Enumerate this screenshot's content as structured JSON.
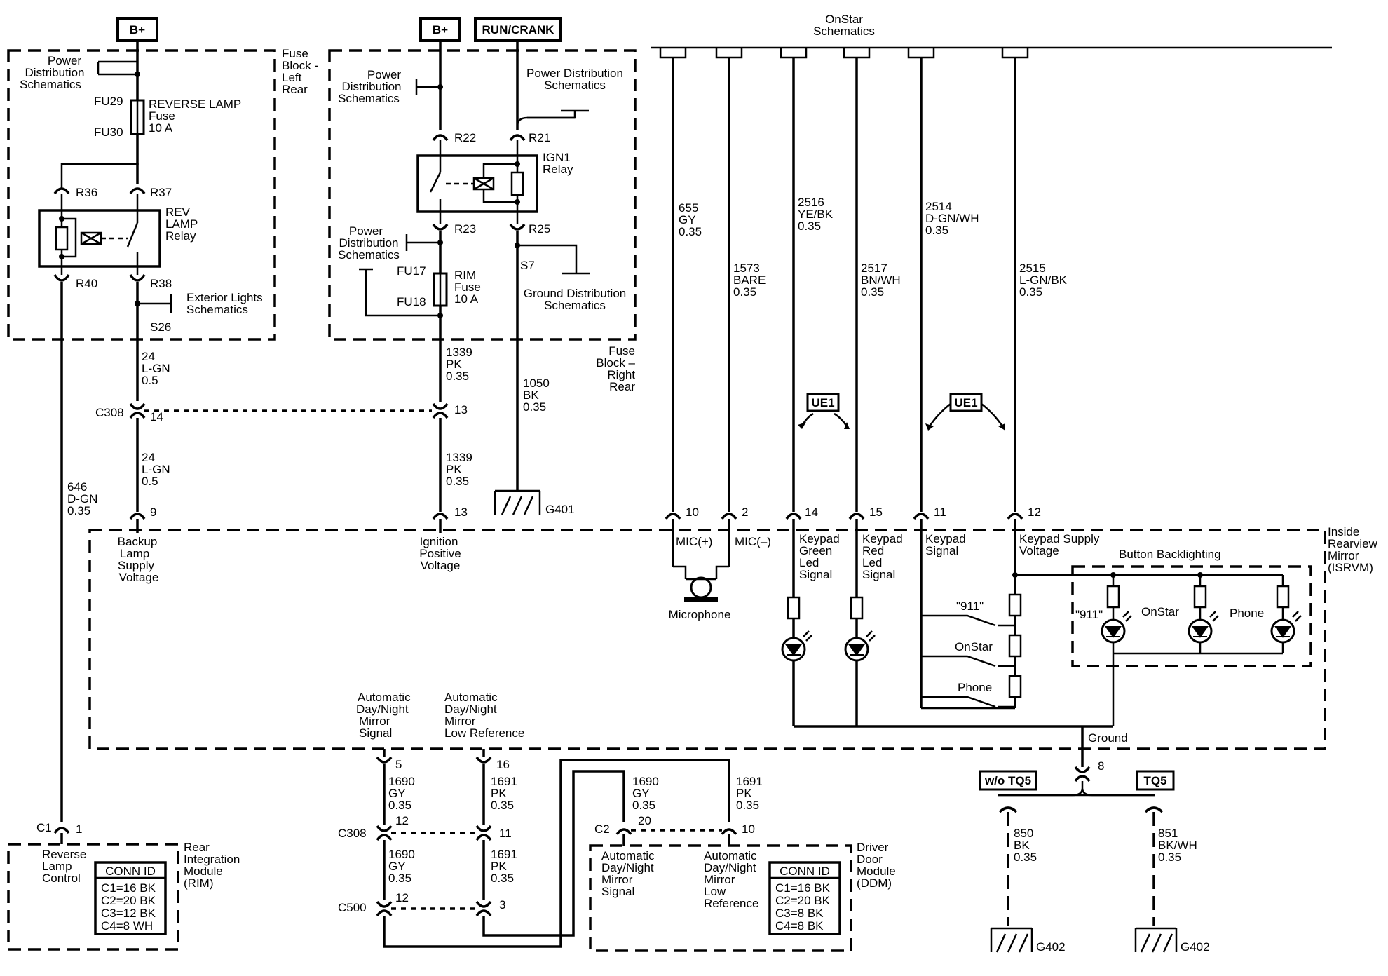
{
  "tags": {
    "bplus": "B+",
    "runcrank": "RUN/CRANK",
    "ue1": "UE1",
    "wotq5": "w/o TQ5",
    "tq5": "TQ5"
  },
  "onstar": [
    "OnStar",
    "Schematics"
  ],
  "left": {
    "pds": [
      "Power",
      "Distribution",
      "Schematics"
    ],
    "fuseblock": [
      "Fuse",
      "Block -",
      "Left",
      "Rear"
    ],
    "fu29": "FU29",
    "fu30": "FU30",
    "revfuse": [
      "REVERSE LAMP",
      "Fuse",
      "10 A"
    ],
    "r36": "R36",
    "r37": "R37",
    "r40": "R40",
    "r38": "R38",
    "relay": [
      "REV",
      "LAMP",
      "Relay"
    ],
    "ext": [
      "Exterior Lights",
      "Schematics"
    ],
    "s26": "S26",
    "w24a": [
      "24",
      "L-GN",
      "0.5"
    ],
    "c308": "C308",
    "p14": "14",
    "w24b": [
      "24",
      "L-GN",
      "0.5"
    ],
    "w646": [
      "646",
      "D-GN",
      "0.35"
    ],
    "p9": "9"
  },
  "mid": {
    "pds1": [
      "Power",
      "Distribution",
      "Schematics"
    ],
    "pds2": [
      "Power Distribution",
      "Schematics"
    ],
    "pds3": [
      "Power",
      "Distribution",
      "Schematics"
    ],
    "r22": "R22",
    "r21": "R21",
    "r23": "R23",
    "r25": "R25",
    "ign": [
      "IGN1",
      "Relay"
    ],
    "fu17": "FU17",
    "fu18": "FU18",
    "rim": [
      "RIM",
      "Fuse",
      "10 A"
    ],
    "s7": "S7",
    "gnd": [
      "Ground Distribution",
      "Schematics"
    ],
    "fuseblock": [
      "Fuse",
      "Block –",
      "Right",
      "Rear"
    ],
    "w1339a": [
      "1339",
      "PK",
      "0.35"
    ],
    "p13a": "13",
    "w1339b": [
      "1339",
      "PK",
      "0.35"
    ],
    "p13b": "13",
    "w1050": [
      "1050",
      "BK",
      "0.35"
    ],
    "g401": "G401"
  },
  "wires": [
    {
      "lines": [
        "655",
        "GY",
        "0.35"
      ],
      "pin": "10"
    },
    {
      "lines": [
        "1573",
        "BARE",
        "0.35"
      ],
      "pin": "2"
    },
    {
      "lines": [
        "2516",
        "YE/BK",
        "0.35"
      ],
      "pin": "14"
    },
    {
      "lines": [
        "2517",
        "BN/WH",
        "0.35"
      ],
      "pin": "15"
    },
    {
      "lines": [
        "2514",
        "D-GN/WH",
        "0.35"
      ],
      "pin": "11"
    },
    {
      "lines": [
        "2515",
        "L-GN/BK",
        "0.35"
      ],
      "pin": "12"
    }
  ],
  "isrvm": {
    "title": [
      "Inside",
      "Rearview",
      "Mirror",
      "(ISRVM)"
    ],
    "backup": [
      "Backup",
      "Lamp",
      "Supply",
      "Voltage"
    ],
    "ignition": [
      "Ignition",
      "Positive",
      "Voltage"
    ],
    "micp": "MIC(+)",
    "micm": "MIC(–)",
    "microphone": "Microphone",
    "kgreen": [
      "Keypad",
      "Green",
      "Led",
      "Signal"
    ],
    "kred": [
      "Keypad",
      "Red",
      "Led",
      "Signal"
    ],
    "ksig": [
      "Keypad",
      "Signal"
    ],
    "ksupply": [
      "Keypad Supply",
      "Voltage"
    ],
    "backlight": "Button Backlighting",
    "b911": "\"911\"",
    "bonstar": "OnStar",
    "bphone": "Phone",
    "sw911": "\"911\"",
    "swonstar": "OnStar",
    "swphone": "Phone",
    "ground": "Ground",
    "p8": "8",
    "adn1": [
      "Automatic",
      "Day/Night",
      "Mirror",
      "Signal"
    ],
    "adn2": [
      "Automatic",
      "Day/Night",
      "Mirror",
      "Low Reference"
    ]
  },
  "bottom": {
    "p5": "5",
    "p16": "16",
    "w1690a": [
      "1690",
      "GY",
      "0.35"
    ],
    "w1691a": [
      "1691",
      "PK",
      "0.35"
    ],
    "c308": "C308",
    "p12a": "12",
    "p11": "11",
    "w1690b": [
      "1690",
      "GY",
      "0.35"
    ],
    "w1691b": [
      "1691",
      "PK",
      "0.35"
    ],
    "c500": "C500",
    "p12b": "12",
    "p3": "3",
    "w1690c": [
      "1690",
      "GY",
      "0.35"
    ],
    "w1691c": [
      "1691",
      "PK",
      "0.35"
    ],
    "c2": "C2",
    "p20": "20",
    "p10": "10",
    "c1": "C1",
    "p1": "1",
    "rlc": [
      "Reverse",
      "Lamp",
      "Control"
    ],
    "rim": [
      "Rear",
      "Integration",
      "Module",
      "(RIM)"
    ],
    "ddm": [
      "Driver",
      "Door",
      "Module",
      "(DDM)"
    ],
    "ddmsig": [
      "Automatic",
      "Day/Night",
      "Mirror",
      "Signal"
    ],
    "ddmlow": [
      "Automatic",
      "Day/Night",
      "Mirror",
      "Low",
      "Reference"
    ],
    "connid": "CONN ID",
    "rimconn": [
      "C1=16 BK",
      "C2=20 BK",
      "C3=12 BK",
      "C4=8 WH"
    ],
    "ddmconn": [
      "C1=16 BK",
      "C2=20 BK",
      "C3=8 BK",
      "C4=8 BK"
    ],
    "w850": [
      "850",
      "BK",
      "0.35"
    ],
    "w851": [
      "851",
      "BK/WH",
      "0.35"
    ],
    "g402a": "G402",
    "g402b": "G402"
  }
}
